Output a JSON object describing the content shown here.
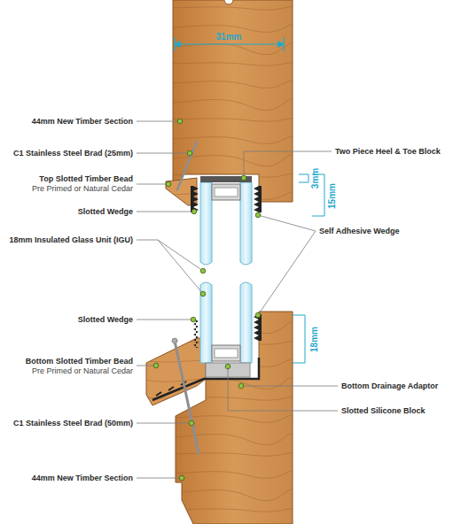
{
  "diagram": {
    "labels": [
      "31mm",
      "44mm New Timber Section",
      "C1 Stainless Steel Brad (25mm)",
      "Top Slotted Timber Bead",
      "Pre Primed or Natural Cedar",
      "Slotted Wedge",
      "Two Piece Heel & Toe Block",
      "3mm",
      "15mm",
      "Self Adhesive Wedge",
      "18mm Insulated Glass Unit (IGU)",
      "Slotted Wedge",
      "18mm",
      "Bottom Slotted Timber Bead",
      "Pre Primed or Natural Cedar",
      "Bottom Drainage Adaptor",
      "C1 Stainless Steel Brad (50mm)",
      "Slotted Silicone Block",
      "44mm New Timber Section"
    ]
  }
}
